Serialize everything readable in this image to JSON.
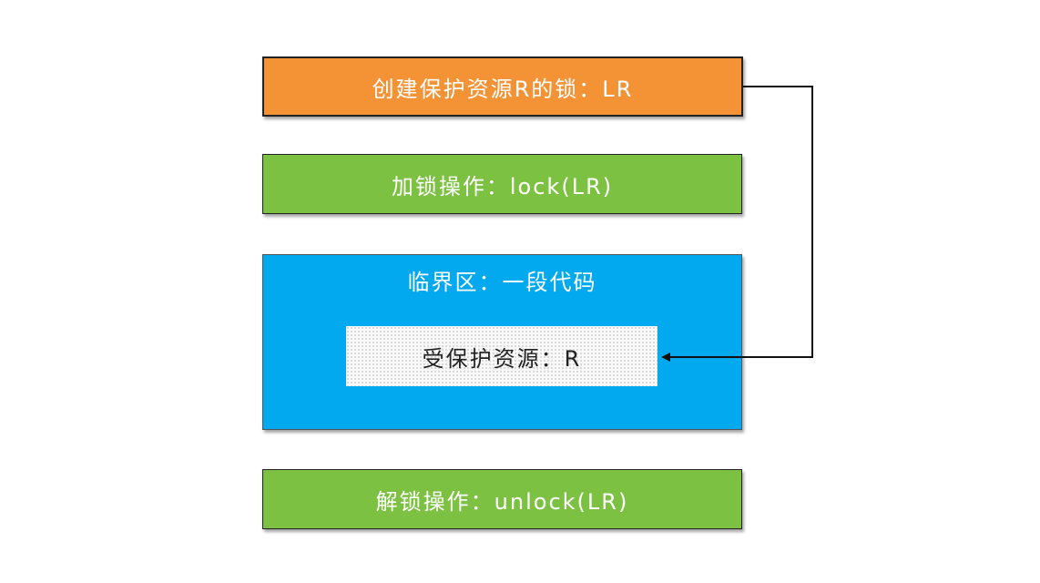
{
  "colors": {
    "create_lock": "#F49335",
    "lock_ops": "#7DC142",
    "critical_section": "#03A9EE",
    "resource_bg": "#F8F8F8",
    "connector": "#111111"
  },
  "boxes": {
    "create_lock": "创建保护资源R的锁：LR",
    "lock_op": "加锁操作：lock(LR)",
    "critical_section_title": "临界区：一段代码",
    "protected_resource": "受保护资源：R",
    "unlock_op": "解锁操作：unlock(LR)"
  }
}
